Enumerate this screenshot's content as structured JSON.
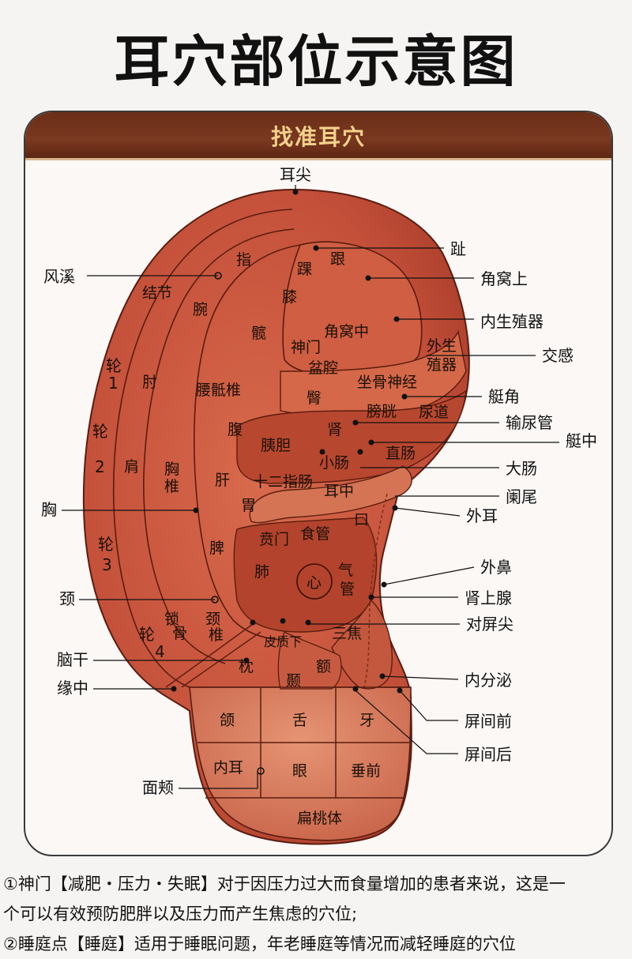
{
  "title": "耳穴部位示意图",
  "card_header": "找准耳穴",
  "ear_regions": {
    "zhi": "指",
    "jiexi_jiejie": "结节",
    "wan": "腕",
    "zhou": "肘",
    "jian": "肩",
    "lun1": "轮\n1",
    "lun2": "轮\n2",
    "lun3": "轮\n3",
    "lun4": "轮\n4",
    "zhui": "腰骶椎",
    "xiong_zhui": "胸\n椎",
    "jing_zhui": "颈\n椎",
    "suo_gu": "锁\n骨",
    "huai": "踝",
    "gen": "跟",
    "xi": "膝",
    "kuan": "髋",
    "shenmen": "神门",
    "penqiang": "盆腔",
    "jiaowozhong": "角窝中",
    "tun": "臀",
    "zuogushenjing": "坐骨神经",
    "jiaogan": "交感",
    "waishengzhi": "外生\n殖器",
    "niaodao": "尿道",
    "shen": "肾",
    "pangguang": "膀胱",
    "fu": "腹",
    "yidan": "胰胆",
    "gan": "肝",
    "xiaochang": "小肠",
    "zhichang": "直肠",
    "shierzhichang": "十二指肠",
    "wei": "胃",
    "erzhong": "耳中",
    "kou": "口",
    "benmen": "贲门",
    "shiguan": "食管",
    "pi": "脾",
    "fei": "肺",
    "xin": "心",
    "qiguan": "气\n管",
    "sanjiao": "三焦",
    "pizhixia": "皮质下",
    "e": "额",
    "nie": "颞",
    "zhen": "枕",
    "he": "颌",
    "she": "舌",
    "ya": "牙",
    "neier": "内耳",
    "yan": "眼",
    "chuiqian": "垂前",
    "biantaoti": "扁桃体"
  },
  "callouts_left": [
    "风溪",
    "胸",
    "颈",
    "脑干",
    "缘中",
    "面颊"
  ],
  "callouts_top": [
    "耳尖"
  ],
  "callouts_right": [
    "趾",
    "角窝上",
    "内生殖器",
    "交感",
    "艇角",
    "输尿管",
    "艇中",
    "大肠",
    "阑尾",
    "外耳",
    "外鼻",
    "肾上腺",
    "对屏尖",
    "内分泌",
    "屏间前",
    "屏间后"
  ],
  "footer_paragraphs": [
    "①神门【减肥・压力・失眠】对于因压力过大而食量增加的患者来说，这是一",
    "个可以有效预防肥胖以及压力而产生焦虑的穴位;",
    "②睡庭点【睡庭】适用于睡眠问题，年老睡庭等情况而减轻睡庭的穴位"
  ],
  "colors": {
    "ear_fill": "#c9543a",
    "ear_light": "#e08a6a",
    "ear_dark": "#9c3422",
    "header_bg": "#6b2e18",
    "header_text": "#f3d28c"
  }
}
